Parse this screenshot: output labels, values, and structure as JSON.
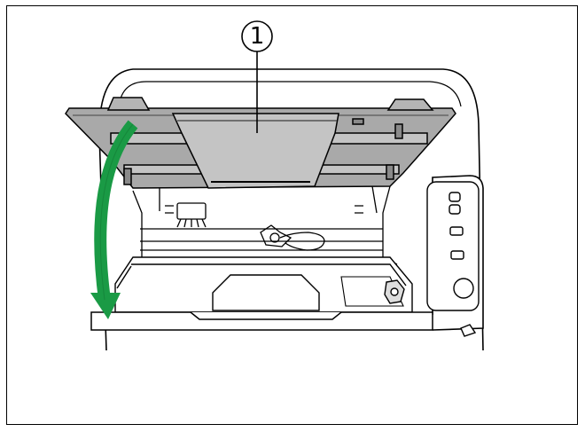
{
  "diagram": {
    "callouts": [
      {
        "label": "1"
      }
    ],
    "colors": {
      "line": "#000000",
      "tray": "#a9a9a9",
      "tray_light": "#c4c4c4",
      "tray_dark": "#8a8a8a",
      "arrow": "#1a9a45",
      "body": "#ffffff"
    },
    "icons": [
      "curved-arrow-icon",
      "control-buttons",
      "power-button"
    ]
  }
}
